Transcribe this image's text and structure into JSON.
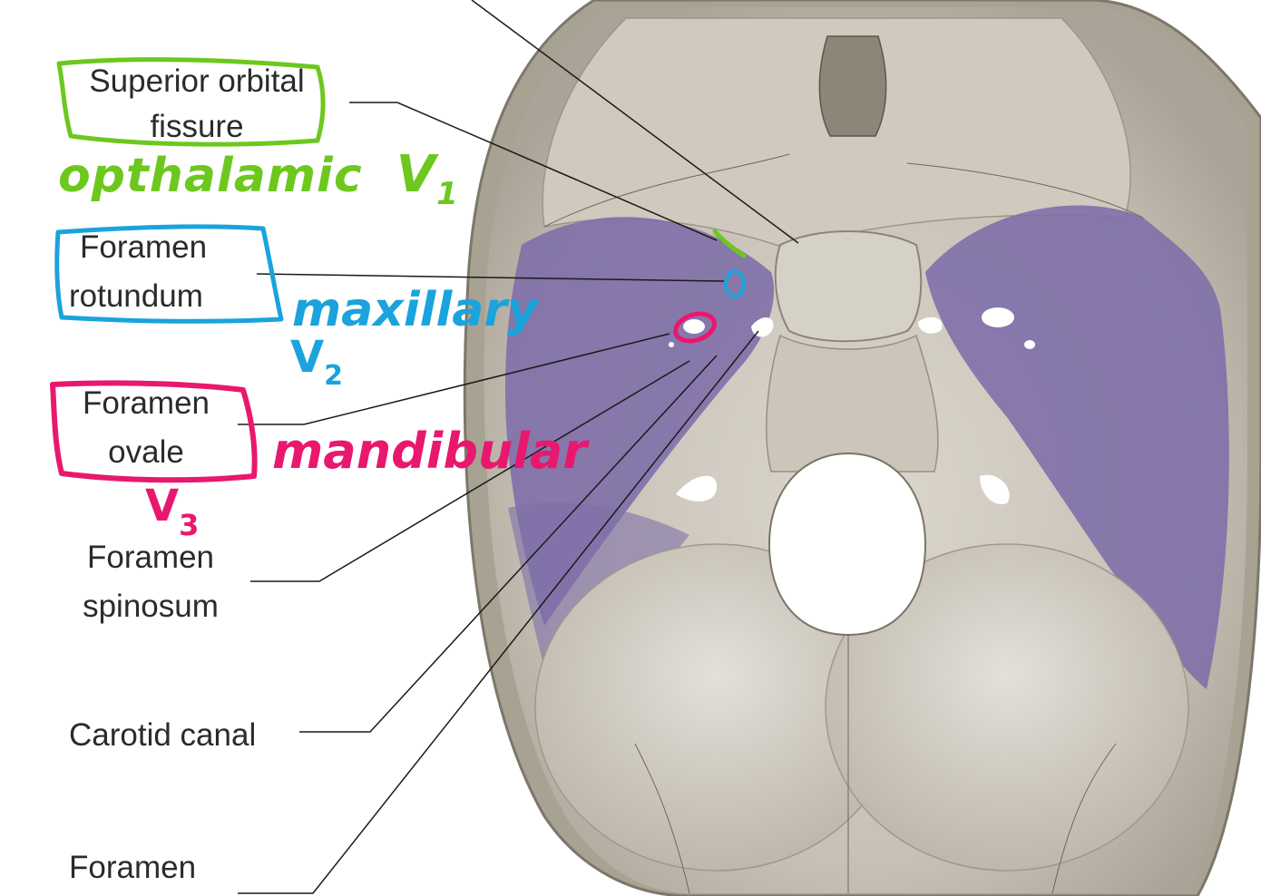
{
  "labels": {
    "superior_orbital_fissure": {
      "line1": "Superior orbital",
      "line2": "fissure"
    },
    "foramen_rotundum": {
      "line1": "Foramen",
      "line2": "rotundum"
    },
    "foramen_ovale": {
      "line1": "Foramen",
      "line2": "ovale"
    },
    "foramen_spinosum": {
      "line1": "Foramen",
      "line2": "spinosum"
    },
    "carotid_canal": "Carotid canal",
    "foramen_bottom": "Foramen"
  },
  "annotations": {
    "ophthalmic": "opthalamic",
    "v1": "V",
    "v1_sub": "1",
    "maxillary": "maxillary",
    "v2": "V",
    "v2_sub": "2",
    "mandibular": "mandibular",
    "v3": "V",
    "v3_sub": "3"
  },
  "colors": {
    "ophthalmic_green": "#6cc81e",
    "maxillary_blue": "#1aa3dc",
    "mandibular_pink": "#e8186e",
    "bone": "#c9c3b8",
    "greater_wing_purple": "#7f6fa8",
    "leader_line": "#1a1a1a"
  }
}
